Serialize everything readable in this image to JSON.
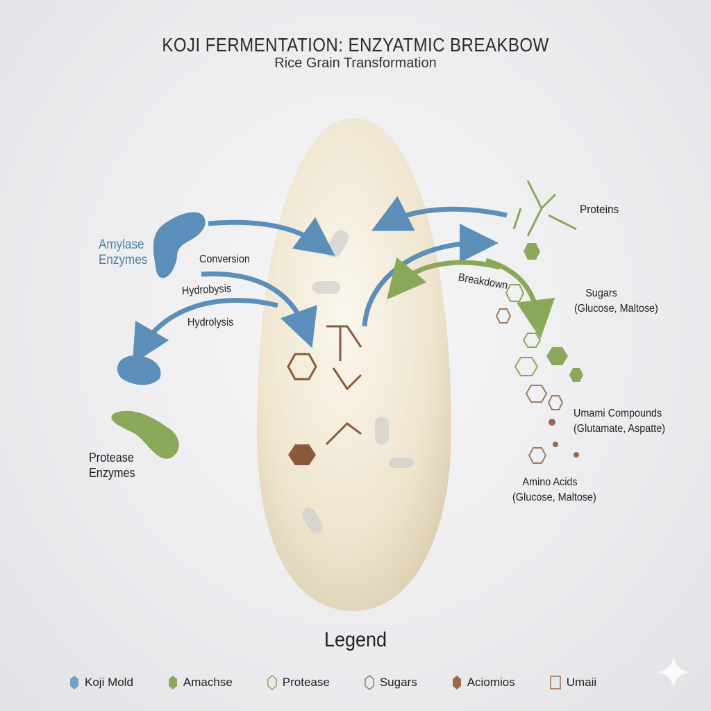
{
  "header": {
    "title": "KOJI FERMENTATION: ENZYATMIC BREAKBOW",
    "subtitle": "Rice Grain Transformation"
  },
  "labels": {
    "amylase": [
      "Amylase",
      "Enzymes"
    ],
    "protease": [
      "Protease",
      "Enzymes"
    ],
    "conversion": "Conversion",
    "hydrobysis": "Hydrobysis",
    "hydrolysis": "Hydrolysis",
    "breakdown": "Breakdown",
    "proteins": "Proteins",
    "sugars": [
      "Sugars",
      "(Glucose, Maltose)"
    ],
    "umami": [
      "Umami Compounds",
      "(Glutamate, Aspatte)"
    ],
    "amino": [
      "Amino Acids",
      "(Glucose, Maltose)"
    ]
  },
  "legend": {
    "title": "Legend",
    "items": [
      {
        "label": "Koji Mold",
        "shape": "hexagon-filled",
        "color": "#6fa3c7"
      },
      {
        "label": "Amachse",
        "shape": "hexagon-filled",
        "color": "#8ea85a"
      },
      {
        "label": "Protease",
        "shape": "hexagon-outline",
        "color": "#8ea85a"
      },
      {
        "label": "Sugars",
        "shape": "hexagon-outline",
        "color": "#9b7b62"
      },
      {
        "label": "Aciomios",
        "shape": "hexagon-filled",
        "color": "#9b6a4e"
      },
      {
        "label": "Umaii",
        "shape": "square-outline",
        "color": "#a06a48"
      }
    ]
  },
  "colors": {
    "blue": "#5b8fb9",
    "green": "#8aa85a",
    "brown": "#8b5a3c",
    "grain": "#f1e9d6"
  }
}
